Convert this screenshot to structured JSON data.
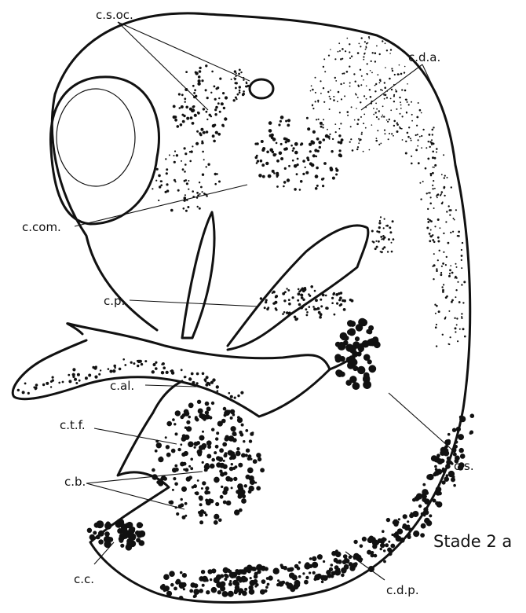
{
  "labels": {
    "c_s_oc": "c.s.oc.",
    "c_d_a": "c.d.a.",
    "c_com": "c.com.",
    "c_p": "c.p.",
    "c_al": "c.al.",
    "c_t_f": "c.t.f.",
    "c_b": "c.b.",
    "c_s": "c.s.",
    "c_c": "c.c.",
    "c_d_p": "c.d.p."
  },
  "stage_label": "Stade 2 a"
}
